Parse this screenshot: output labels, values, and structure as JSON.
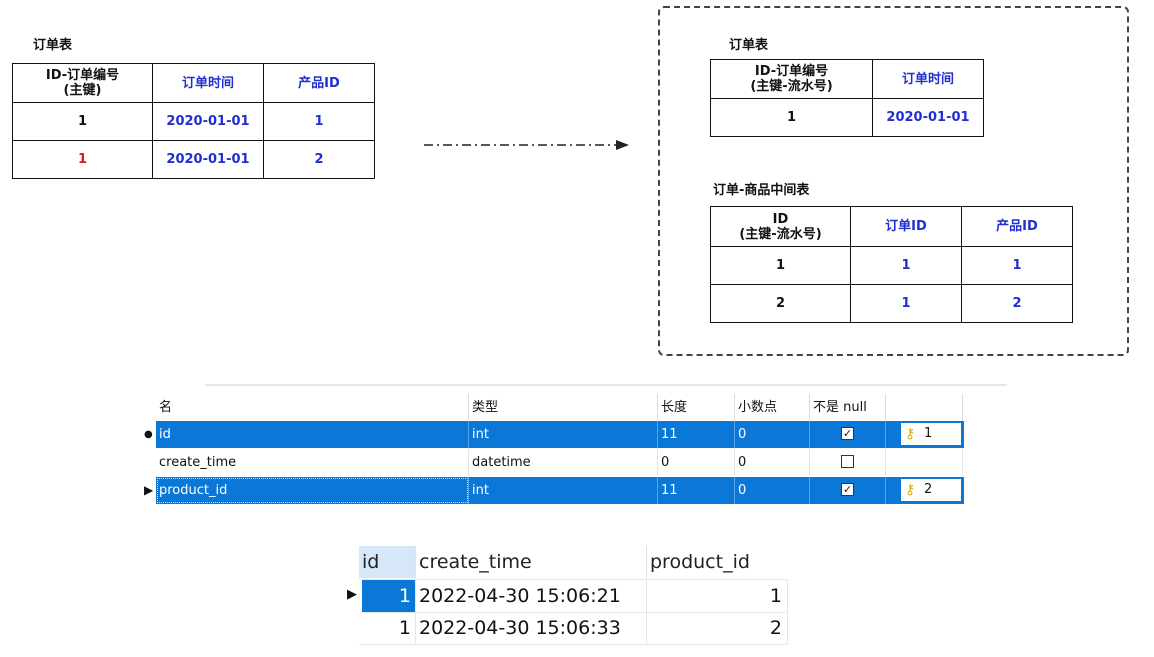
{
  "diagram": {
    "left": {
      "caption": "订单表",
      "headers": [
        "ID-订单编号",
        "(主键)",
        "订单时间",
        "产品ID"
      ],
      "rows": [
        [
          "1",
          "2020-01-01",
          "1"
        ],
        [
          "1",
          "2020-01-01",
          "2"
        ]
      ]
    },
    "right_order": {
      "caption": "订单表",
      "headers": [
        "ID-订单编号",
        "(主键-流水号)",
        "订单时间"
      ],
      "rows": [
        [
          "1",
          "2020-01-01"
        ]
      ]
    },
    "right_middle": {
      "caption": "订单-商品中间表",
      "headers": [
        "ID",
        "(主键-流水号)",
        "订单ID",
        "产品ID"
      ],
      "rows": [
        [
          "1",
          "1",
          "1"
        ],
        [
          "2",
          "1",
          "2"
        ]
      ]
    },
    "colors": {
      "text_blue": "#1f2fd1",
      "text_red": "#e01818"
    }
  },
  "design_grid": {
    "headers": [
      "名",
      "类型",
      "长度",
      "小数点",
      "不是 null",
      ""
    ],
    "rows": [
      {
        "name": "id",
        "type": "int",
        "length": "11",
        "decimals": "0",
        "not_null": true,
        "key": "1",
        "selected": true
      },
      {
        "name": "create_time",
        "type": "datetime",
        "length": "0",
        "decimals": "0",
        "not_null": false,
        "key": "",
        "selected": false
      },
      {
        "name": "product_id",
        "type": "int",
        "length": "11",
        "decimals": "0",
        "not_null": true,
        "key": "2",
        "selected": true
      }
    ],
    "key_icon": "key-icon",
    "selection_color": "#0b78d7"
  },
  "data_grid": {
    "headers": [
      "id",
      "create_time",
      "product_id"
    ],
    "rows": [
      [
        "1",
        "2022-04-30 15:06:21",
        "1"
      ],
      [
        "1",
        "2022-04-30 15:06:33",
        "2"
      ]
    ]
  }
}
